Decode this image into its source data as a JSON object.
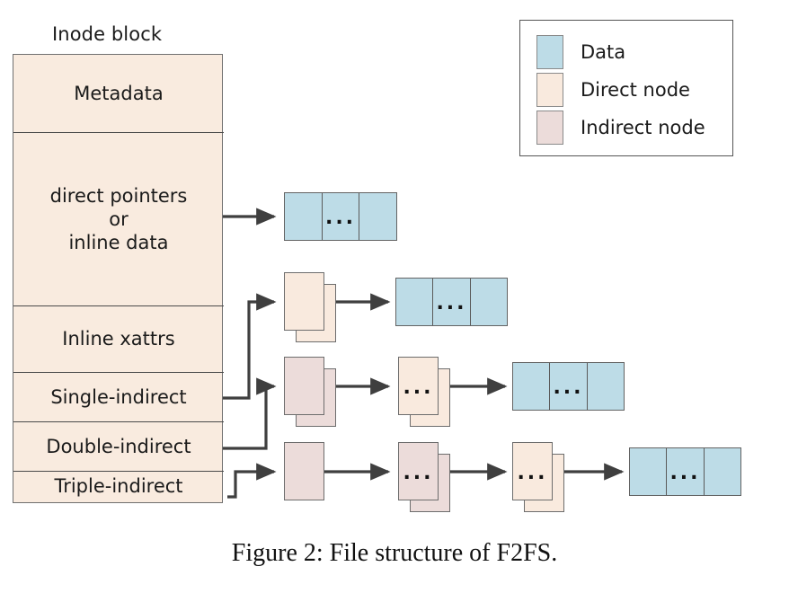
{
  "figure": {
    "caption": "Figure 2: File structure of F2FS."
  },
  "colors": {
    "data": "#bddce7",
    "direct_node": "#f9eade",
    "indirect_node": "#ecdcda",
    "stroke": "#6d6d6d",
    "arrow": "#3f3f3f",
    "background": "#ffffff"
  },
  "inode": {
    "title": "Inode block",
    "rows": [
      {
        "label": "Metadata",
        "fill": "#f9eade"
      },
      {
        "label": "direct pointers\nor\ninline data",
        "fill": "#f9eade"
      },
      {
        "label": "Inline xattrs",
        "fill": "#f9eade"
      },
      {
        "label": "Single-indirect",
        "fill": "#f9eade"
      },
      {
        "label": "Double-indirect",
        "fill": "#f9eade"
      },
      {
        "label": "Triple-indirect",
        "fill": "#f9eade"
      }
    ]
  },
  "legend": {
    "items": [
      {
        "label": "Data",
        "color": "#bddce7"
      },
      {
        "label": "Direct node",
        "color": "#f9eade"
      },
      {
        "label": "Indirect node",
        "color": "#ecdcda"
      }
    ]
  },
  "ellipsis": "...",
  "chains": [
    {
      "name": "inline-data-chain",
      "source_row": "direct pointers or inline data",
      "nodes": [
        {
          "kind": "data-block",
          "cells": 3,
          "middle_label": "..."
        }
      ]
    },
    {
      "name": "single-indirect-chain",
      "source_row": "Single-indirect",
      "nodes": [
        {
          "kind": "direct-node",
          "stacked": true,
          "label": ""
        },
        {
          "kind": "data-block",
          "cells": 3,
          "middle_label": "..."
        }
      ]
    },
    {
      "name": "double-indirect-chain",
      "source_row": "Double-indirect",
      "nodes": [
        {
          "kind": "indirect-node",
          "stacked": true,
          "label": ""
        },
        {
          "kind": "direct-node",
          "stacked": true,
          "label": "..."
        },
        {
          "kind": "data-block",
          "cells": 3,
          "middle_label": "..."
        }
      ]
    },
    {
      "name": "triple-indirect-chain",
      "source_row": "Triple-indirect",
      "nodes": [
        {
          "kind": "indirect-node",
          "stacked": false,
          "label": ""
        },
        {
          "kind": "indirect-node",
          "stacked": true,
          "label": "..."
        },
        {
          "kind": "direct-node",
          "stacked": true,
          "label": "..."
        },
        {
          "kind": "data-block",
          "cells": 3,
          "middle_label": "..."
        }
      ]
    }
  ]
}
